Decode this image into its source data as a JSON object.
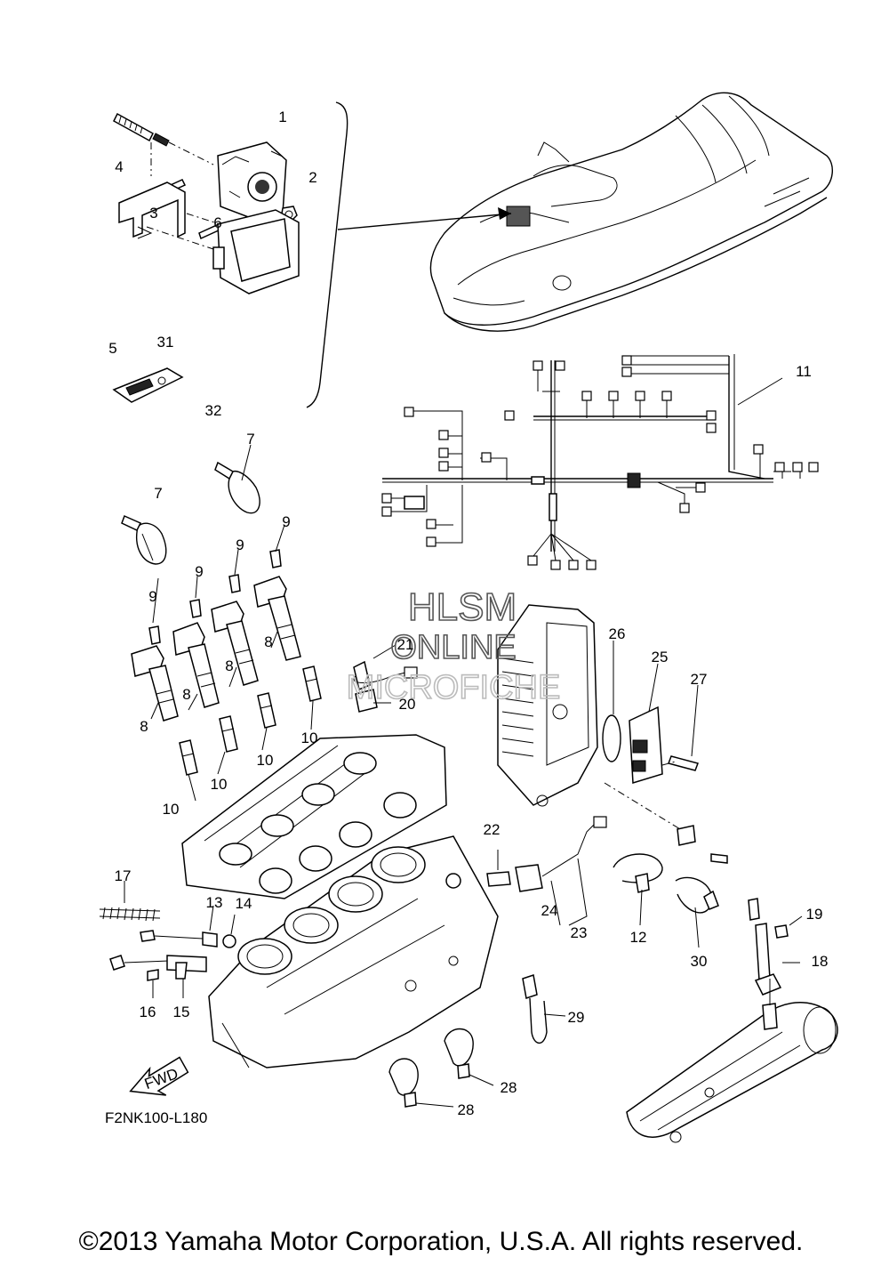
{
  "callouts": [
    {
      "id": "c1",
      "text": "1"
    },
    {
      "id": "c2",
      "text": "2"
    },
    {
      "id": "c3",
      "text": "3"
    },
    {
      "id": "c4",
      "text": "4"
    },
    {
      "id": "c5",
      "text": "5"
    },
    {
      "id": "c6",
      "text": "6"
    },
    {
      "id": "c31",
      "text": "31"
    },
    {
      "id": "c32",
      "text": "32"
    },
    {
      "id": "c11",
      "text": "11"
    },
    {
      "id": "c7a",
      "text": "7"
    },
    {
      "id": "c7b",
      "text": "7"
    },
    {
      "id": "c9a",
      "text": "9"
    },
    {
      "id": "c9b",
      "text": "9"
    },
    {
      "id": "c9c",
      "text": "9"
    },
    {
      "id": "c9d",
      "text": "9"
    },
    {
      "id": "c8a",
      "text": "8"
    },
    {
      "id": "c8b",
      "text": "8"
    },
    {
      "id": "c8c",
      "text": "8"
    },
    {
      "id": "c8d",
      "text": "8"
    },
    {
      "id": "c10a",
      "text": "10"
    },
    {
      "id": "c10b",
      "text": "10"
    },
    {
      "id": "c10c",
      "text": "10"
    },
    {
      "id": "c10d",
      "text": "10"
    },
    {
      "id": "c21",
      "text": "21"
    },
    {
      "id": "c20",
      "text": "20"
    },
    {
      "id": "c26",
      "text": "26"
    },
    {
      "id": "c25",
      "text": "25"
    },
    {
      "id": "c27",
      "text": "27"
    },
    {
      "id": "c22",
      "text": "22"
    },
    {
      "id": "c24",
      "text": "24"
    },
    {
      "id": "c23",
      "text": "23"
    },
    {
      "id": "c12",
      "text": "12"
    },
    {
      "id": "c30",
      "text": "30"
    },
    {
      "id": "c19",
      "text": "19"
    },
    {
      "id": "c18",
      "text": "18"
    },
    {
      "id": "c17",
      "text": "17"
    },
    {
      "id": "c13",
      "text": "13"
    },
    {
      "id": "c14",
      "text": "14"
    },
    {
      "id": "c16",
      "text": "16"
    },
    {
      "id": "c15",
      "text": "15"
    },
    {
      "id": "c29",
      "text": "29"
    },
    {
      "id": "c28a",
      "text": "28"
    },
    {
      "id": "c28b",
      "text": "28"
    }
  ],
  "watermark": {
    "line1": "HLSM",
    "line2": "ONLINE",
    "line3": "MICROFICHE"
  },
  "fwd_label": "FWD",
  "figure_code": "F2NK100-L180",
  "copyright": "©2013 Yamaha Motor Corporation, U.S.A. All rights reserved."
}
